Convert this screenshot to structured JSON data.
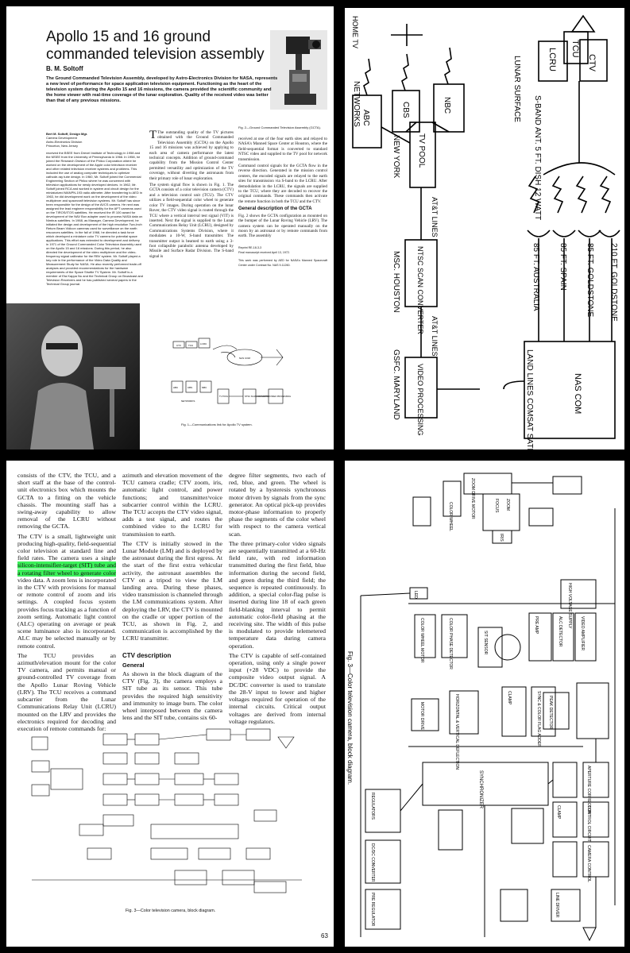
{
  "page1": {
    "title": "Apollo 15 and 16 ground commanded television assembly",
    "author": "B. M. Soltoff",
    "abstract": "The Ground Commanded Television Assembly, developed by Astro-Electronics Division for NASA, represents a new level of performance for space application television equipment. Functioning as the heart of the television system during the Apollo 15 and 16 missions, the camera provided the scientific community and the home viewer with real-time coverage of the lunar exploration. Quality of the received video was better than that of any previous missions.",
    "bio_name": "Bert M. Soltoff, Design Mgr.",
    "bio_dept": "Camera Development",
    "bio_div": "Astro-Electronics Division",
    "bio_loc": "Princeton, New Jersey",
    "bio_text": "received the BSEE from Drexel Institute of Technology in 1958 and the MSEE from the University of Pennsylvania in 1966. In 1958, he joined the Research Division of the Philco Corporation where he worked on the development of the Apple color television receiver and other related television receiver systems and problems. This included the use of analog computer techniques to optimize cathode-ray tube design. In 1960, Mr. Soltoff joined the Commercial Engineering Section of Philco where he was concerned with television applications for newly developed devices. In 1962, Mr. Soltoff joined RCA and worked in system and circuit design for the miniaturized MANPN-193 radio altimeter. After transferring to AED in 1963, he did development work on the development of the video multiplexer and spacecraft television systems. Mr. Soltoff has since been responsible for the design of the AVCS camera. He next was assigned the lead engineer responsibility for the APT cameras used on the TIROS/ITOS satellites. He received the IR 100 award for development of the NAV Box adapter used to process NASA data on Nimbus satellites. In 1968, as Manager, Camera Development, he initiated the design and development of the high resolution Two-Inch Return Beam Vidicon cameras used for surveillance on the earth resources satellites. In the fall of 1968, he directed a task force which developed a miniature color TV camera for potential space applications. This effort was extended to development and delivery in 1971 of the Ground Commanded Color Television Assembly used on the Apollo 15 and 16 missions. During this period, he also directed the development of the video multiplexer and the video-frequency signal calibrator for the RBV system. Mr. Soltoff played a key role in the performance of the Video Data Quality and Measurement Study for NASA. He also recently performed trade-off analyses and provided recommendations for the hardware requirements of the Space Shuttle TV System. Mr. Soltoff is a member of Eta Kappa Nu and the Technical Group on Broadcast and Television Receivers and he has published several papers in the Technical Group journal.",
    "col_a": [
      "The outstanding quality of the TV pictures obtained with the Ground Commanded Television Assembly (GCTA) on the Apollo 15 and 16 missions was achieved by applying to each area of camera performance the latest technical concepts. Addition of ground-command capability from the Mission Control Center permitted versatility and optimization of the TV coverage, without diverting the astronauts from their primary role of lunar exploration.",
      "The system signal flow is shown in Fig. 1. The GCTA consists of a color television camera (CTV) and a television control unit (TCU). The CTV utilizes a field-sequential color wheel to generate color TV images. During operation on the lunar Rover, the CTV video signal is routed through the TCU where a vertical interval test signal (VIT) is inserted. Next the signal is supplied to the Lunar Communications Relay Unit (LCRU), designed by Communications Systems Division, where it modulates a 10-W, S-band transmitter. The transmitter output is beamed to earth using a 3-foot collapsible parabolic antenna developed by Missile and Surface Radar Division. The S-band signal is"
    ],
    "fig2_caption": "Fig. 2—Ground Commanded Television Assembly (GCTA).",
    "col_b": [
      "received at one of the four earth sites and relayed to NASA's Manned Space Center at Houston, where the field-sequential format is converted to standard NTSC video and supplied to the TV pool for network transmission.",
      "Command control signals for the GCTA flow in the reverse direction. Generated in the mission control centers, the encoded signals are relayed to the earth sites for transmission via S-band to the LCRU. After demodulation in the LCRU, the signals are supplied to the TCU, where they are decoded to recover the original commands. These commands then activate the remote function in both the TCU and the CTV."
    ],
    "heading_general": "General description of the GCTA",
    "col_b2": "Fig. 2 shows the GCTA configuration as mounted on the bumper of the Lunar Roving Vehicle (LRV). The camera system can be operated manually on the moon by an astronaut or by remote commands from earth. The assembly",
    "reprint": "Reprint RE-18-3-3",
    "received": "Final manuscript received April 13, 1972.",
    "contract": "This work was performed by AED for NASA's Manned Spacecraft Center under Contract No. NAS 9-11260.",
    "fig1_caption": "Fig. 1—Communications link for Apollo TV system."
  },
  "diagram": {
    "ctv": "CTV",
    "tcu": "TCU",
    "lcru": "LCRU",
    "antenna": "S-BAND ANT. 5 FT. DISH 12 WATT",
    "lunar": "LUNAR SURFACE",
    "site_goldstone210": "210 FT. GOLDSTONE",
    "site_goldstone85": "85 FT. GOLDSTONE",
    "site_spain": "85 FT. SPAIN",
    "site_australia": "85 FT. AUSTRALIA",
    "nascom": "NAS COM",
    "landlines": "LAND LINES COMSAT SATELLITE",
    "video_proc": "VIDEO PROCESSING",
    "gsfc": "GSFC. MARYLAND",
    "ntsc": "NTSC SCAN CONVERTER",
    "msc": "MSC. HOUSTON",
    "att1": "AT&T LINES",
    "att2": "AT&T LINES",
    "tvpool": "TV POOL",
    "newyork": "NEW YORK",
    "abc": "ABC",
    "cbs": "CBS",
    "nbc": "NBC",
    "networks": "NETWORKS",
    "hometv": "HOME TV"
  },
  "page3": {
    "col_a": [
      "consists of the CTV, the TCU, and a short staff at the base of the control-unit electronics box which mounts the GCTA to a fitting on the vehicle chassis. The mounting staff has a swing-away capability to allow removal of the LCRU without removing the GCTA.",
      "The CTV is a small, lightweight unit producing high-quality, field-sequential color television at standard line and field rates. The camera uses a single",
      "silicon-intensifier-target (SIT) tube and a rotating filter wheel to generate color",
      "video data. A zoom lens is incorporated in the CTV with provisions for manual or remote control of zoom and iris settings. A coupled focus system provides focus tracking as a function of zoom setting. Automatic light control (ALC) operating on average or peak scene luminance also is incorporated. ALC may be selected manually or by remote control.",
      "The TCU provides an azimuth/elevation mount for the color TV camera, and permits manual or ground-controlled TV coverage from the Apollo Lunar Roving Vehicle (LRV). The TCU receives a command subcarrier from the Lunar Communications Relay Unit (LCRU) mounted on the LRV and provides the electronics required for decoding and execution of remote commands for:"
    ],
    "col_b": [
      "azimuth and elevation movement of the TCU camera cradle; CTV zoom, iris, automatic light control, and power functions; and transmitter/voice subcarrier control within the LCRU. The TCU accepts the CTV video signal, adds a test signal, and routes the combined video to the LCRU for transmission to earth.",
      "The CTV is initially stowed in the Lunar Module (LM) and is deployed by the astronaut during the first egress. At the start of the first extra vehicular activity, the astronaut assembles the CTV on a tripod to view the LM landing area. During these phases, video transmission is channeled through the LM communications system. After deploying the LRV, the CTV is mounted on the cradle or upper portion of the TCU, as shown in Fig. 2, and communication is accomplished by the LCRU transmitter."
    ],
    "heading_ctv": "CTV description",
    "heading_general": "General",
    "col_b2": "As shown in the block diagram of the CTV (Fig. 3), the camera employs a SIT tube as its sensor. This tube provides the required high sensitivity and immunity to image burn. The color wheel interposed between the camera lens and the SIT tube, contains six 60-",
    "col_c": [
      "degree filter segments, two each of red, blue, and green. The wheel is rotated by a hysteresis synchronous motor driven by signals from the sync generator. An optical pick-up provides motor-phase information to properly phase the segments of the color wheel with respect to the camera vertical scan.",
      "The three primary-color video signals are sequentially transmitted at a 60-Hz field rate, with red information transmitted during the first field, blue information during the second field, and green during the third field; the sequence is repeated continuously. In addition, a special color-flag pulse is inserted during line 18 of each green field-blanking interval to permit automatic color-field phasing at the receiving site. The width of this pulse is modulated to provide telemetered temperature data during camera operation.",
      "The CTV is capable of self-contained operation, using only a single power input (+28 VDC) to provide the composite video output signal. A DC/DC converter is used to translate the 28-V input to lower and higher voltages required for operation of the internal circuits. Critical output voltages are derived from internal voltage regulators."
    ],
    "fig3_caption": "Fig. 3—Color television camera, block diagram.",
    "page_number": "63"
  },
  "page4": {
    "caption": "Fig. 3—Color television camera, block diagram.",
    "blocks": [
      "ZOOM DRIVE MOTOR",
      "FOCUS",
      "ZOOM",
      "IRIS",
      "COLOR WHEEL MOTOR",
      "COLOR WHEEL",
      "COLOR PHASE DETECTOR",
      "MOTOR DRIVE",
      "LED",
      "SIT SENSOR",
      "HORIZONTAL & VERTICAL DEFLECTION",
      "SYNCHRONIZER",
      "HIGH VOLTAGE SUPPLY",
      "PRE AMP",
      "ALC DETECTOR",
      "VIDEO AMPLIFIER",
      "PEAK DETECTOR",
      "CLAMP",
      "SYNC & COLOR FLAG ADDER",
      "LINE DRIVER",
      "DC/DC CONVERTER",
      "REGULATORS",
      "PRE REGULATOR",
      "CAMERA CONTROL",
      "APERTURE CORRECTOR",
      "CONTROL CIRCUIT",
      "CLAMP"
    ]
  }
}
